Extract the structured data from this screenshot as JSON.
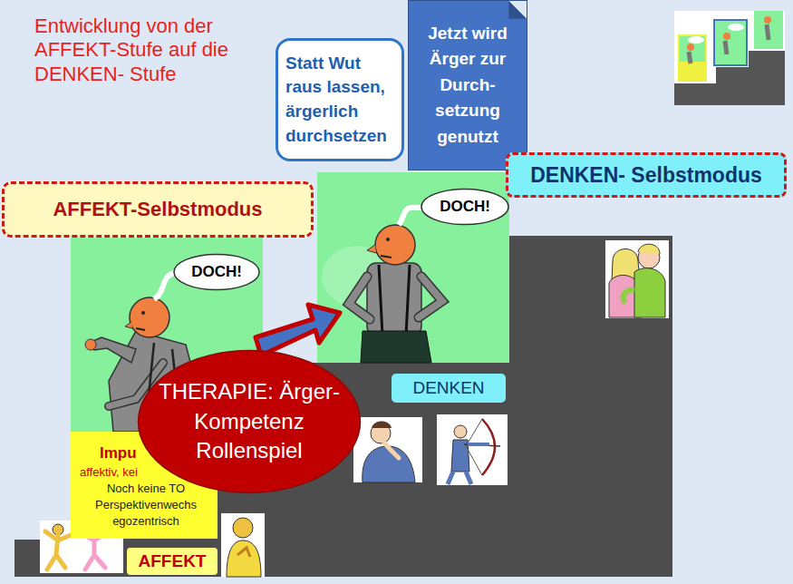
{
  "diagram": {
    "title": "Entwicklung von der AFFEKT-Stufe auf die DENKEN- Stufe",
    "nodes": [
      {
        "text": [
          "Statt Wut raus lassen, ärgerlich durchsetzen"
        ]
      },
      {
        "text": [
          "Jetzt wird Ärger zur Durch- setzung genutzt"
        ]
      },
      {
        "text": [
          "DENKEN- Selbstmodus"
        ]
      },
      {
        "text": [
          "AFFEKT-Selbstmodus"
        ]
      },
      {
        "text": [
          "DOCH!"
        ]
      },
      {
        "text": [
          "DOCH!"
        ]
      },
      {
        "text": [
          "DENKEN"
        ]
      },
      {
        "text": [
          "THERAPIE: Ärger-Kompetenz Rollenspiel"
        ]
      },
      {
        "text": [
          "Impu",
          "affektiv, kei",
          "Noch keine TO",
          "Perspektivenwechs",
          "egozentrisch"
        ]
      },
      {
        "text": [
          "AFFEKT"
        ]
      }
    ]
  }
}
